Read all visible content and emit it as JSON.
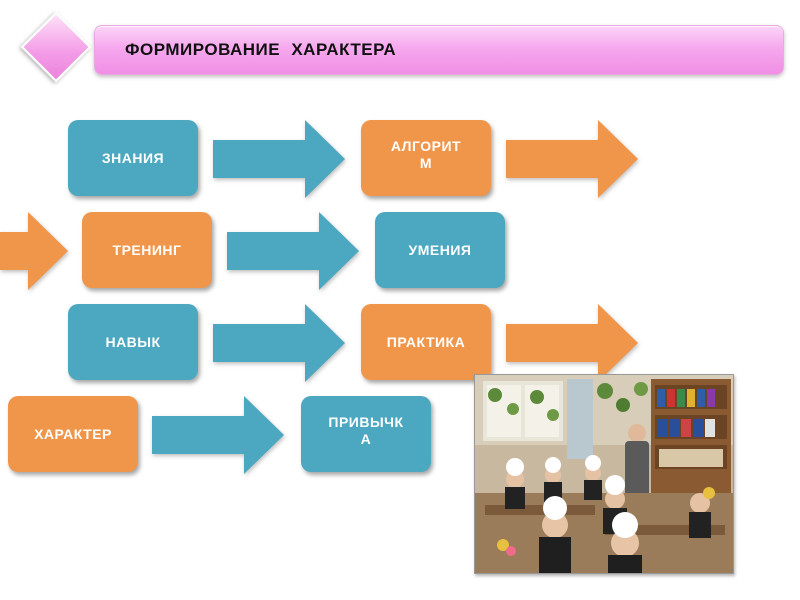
{
  "header": {
    "title": "ФОРМИРОВАНИЕ  ХАРАКТЕРА"
  },
  "boxes": {
    "znaniya": "ЗНАНИЯ",
    "algoritm": "АЛГОРИТ\nМ",
    "trening": "ТРЕНИНГ",
    "umeniya": "УМЕНИЯ",
    "navyk": "НАВЫК",
    "praktika": "ПРАКТИКА",
    "kharakter": "ХАРАКТЕР",
    "privychka": "ПРИВЫЧК\nА"
  },
  "colors": {
    "teal": "#4ba8c0",
    "orange": "#f0964a",
    "banner": "#f6a8ee"
  },
  "photo": {
    "icon": "classroom-photo"
  }
}
